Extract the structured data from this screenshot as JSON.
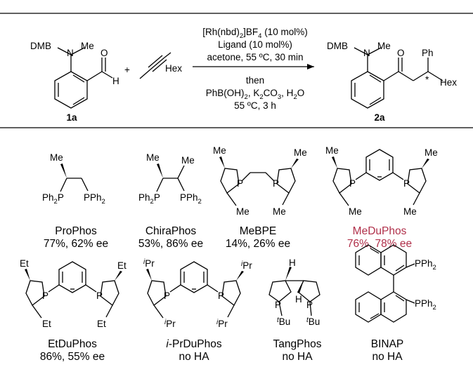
{
  "reaction": {
    "sm1_dmb": "DMB",
    "sm1_n": "N",
    "sm1_me": "Me",
    "sm1_o": "O",
    "sm1_h": "H",
    "sm1_label": "1a",
    "plus": "+",
    "alkyne_hex": "Hex",
    "cond_line1": "[Rh(nbd)",
    "cond_line1_sub": "2",
    "cond_line1_b": "]BF",
    "cond_line1_sub2": "4",
    "cond_line1_c": " (10 mol%)",
    "cond_line2": "Ligand (10 mol%)",
    "cond_line3": "acetone, 55 ºC, 30 min",
    "cond_line4": "then",
    "cond_line5a": "PhB(OH)",
    "cond_line5_sub1": "2",
    "cond_line5b": ", K",
    "cond_line5_sub2": "2",
    "cond_line5c": "CO",
    "cond_line5_sub3": "3",
    "cond_line5d": ", H",
    "cond_line5_sub4": "2",
    "cond_line5e": "O",
    "cond_line6": "55 ºC, 3 h",
    "prod_dmb": "DMB",
    "prod_n": "N",
    "prod_me": "Me",
    "prod_o": "O",
    "prod_ph": "Ph",
    "prod_hex": "Hex",
    "prod_star": "*",
    "prod_label": "2a"
  },
  "ligands": [
    {
      "name": "ProPhos",
      "result": "77%, 62% ee",
      "highlight": false
    },
    {
      "name": "ChiraPhos",
      "result": "53%, 86% ee",
      "highlight": false
    },
    {
      "name": "MeBPE",
      "result": "14%, 26% ee",
      "highlight": false
    },
    {
      "name": "MeDuPhos",
      "result": "76%, 78% ee",
      "highlight": true
    },
    {
      "name": "EtDuPhos",
      "result": "86%, 55% ee",
      "highlight": false
    },
    {
      "name_prefix": "i",
      "name": "-PrDuPhos",
      "result": "no HA",
      "highlight": false
    },
    {
      "name": "TangPhos",
      "result": "no HA",
      "highlight": false
    },
    {
      "name": "BINAP",
      "result": "no HA",
      "highlight": false
    }
  ],
  "atoms": {
    "me": "Me",
    "et": "Et",
    "pr": "Pr",
    "iso": "i",
    "tert": "t",
    "bu": "Bu",
    "p": "P",
    "h": "H",
    "ph2p": "Ph",
    "pph2": "PPh",
    "sub2": "2"
  },
  "colors": {
    "highlight": "#b0304a"
  }
}
